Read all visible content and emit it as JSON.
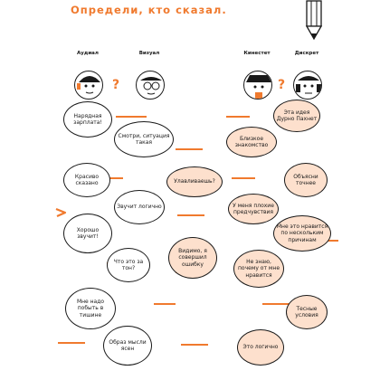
{
  "title": "Определи, кто сказал.",
  "characters": [
    {
      "label": "Аудиал"
    },
    {
      "label": "Визуал"
    },
    {
      "label": "Кинестет"
    },
    {
      "label": "Дискрет"
    }
  ],
  "question_mark": "?",
  "bubbles": [
    {
      "text": "Нарядная зарплата!"
    },
    {
      "text": "Смотри, ситуация такая"
    },
    {
      "text": "Красиво сказано"
    },
    {
      "text": "Звучит логично"
    },
    {
      "text": "Хорошо звучит!"
    },
    {
      "text": "Что это за тон?"
    },
    {
      "text": "Мне надо побыть в тишине"
    },
    {
      "text": "Образ мысли ясен"
    },
    {
      "text": "Улавливаешь?"
    },
    {
      "text": "Видимо, я совершил ошибку"
    },
    {
      "text": "Эта идея Дурно Пахнет"
    },
    {
      "text": "Близкое знакомство"
    },
    {
      "text": "Объясни точнее"
    },
    {
      "text": "У меня плохие предчувствия"
    },
    {
      "text": "Мне это нравится по нескольким причинам"
    },
    {
      "text": "Не знаю, почему от мне нравится"
    },
    {
      "text": "Тесные условия"
    },
    {
      "text": "Это логично"
    }
  ],
  "colors": {
    "accent": "#f07a2e",
    "bubble_fill": "#fde0cd"
  }
}
